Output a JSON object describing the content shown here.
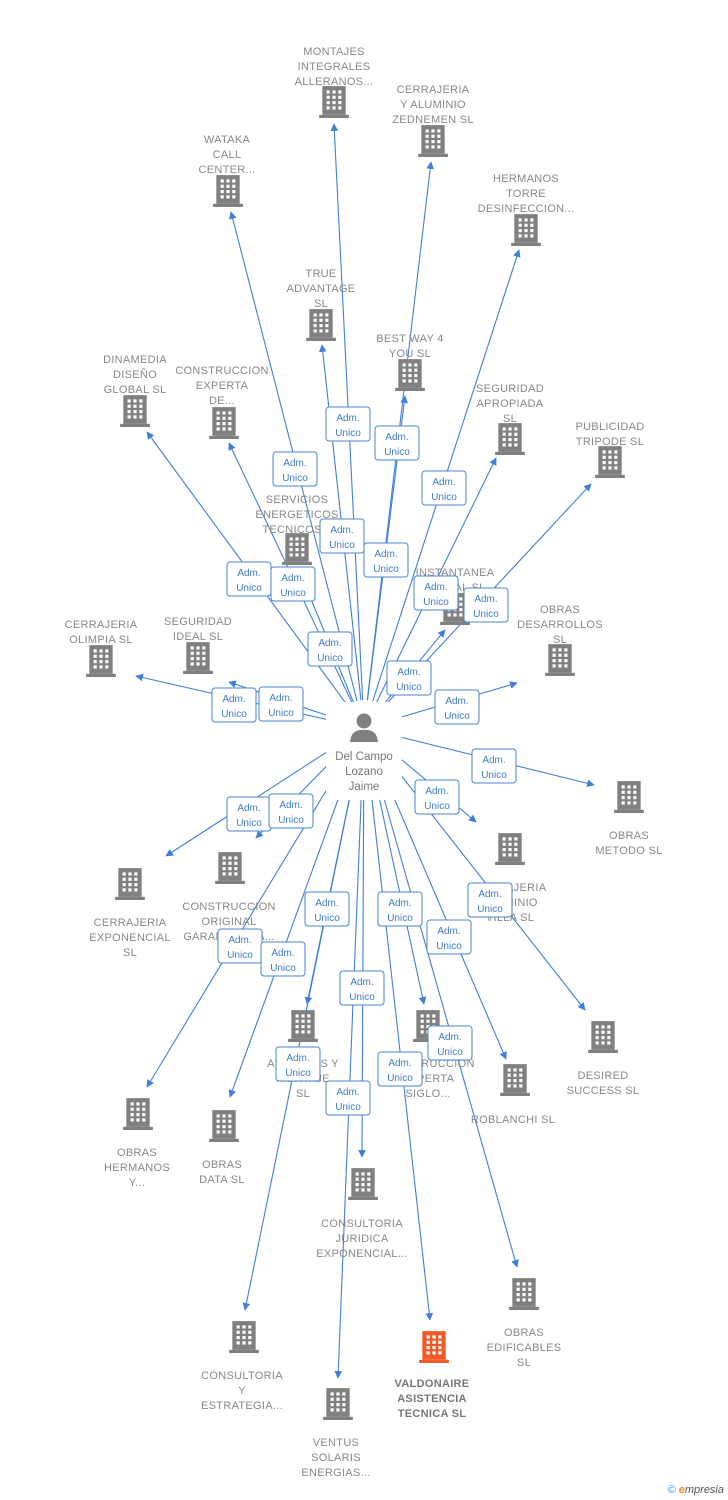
{
  "colors": {
    "edge": "#3f7fd8",
    "company": "#808080",
    "highlight": "#f05a28",
    "person": "#808080"
  },
  "center": {
    "label": [
      "Del Campo",
      "Lozano",
      "Jaime"
    ],
    "icon": "person-icon"
  },
  "badge": [
    "Adm.",
    "Unico"
  ],
  "companies": [
    {
      "label": [
        "MONTAJES",
        "INTEGRALES",
        "ALLERANOS..."
      ]
    },
    {
      "label": [
        "CERRAJERIA",
        "Y ALUMINIO",
        "ZEDNEMEN  SL"
      ]
    },
    {
      "label": [
        "WATAKA",
        "CALL",
        "CENTER..."
      ]
    },
    {
      "label": [
        "HERMANOS",
        "TORRE",
        "DESINFECCION..."
      ]
    },
    {
      "label": [
        "TRUE",
        "ADVANTAGE",
        "SL"
      ]
    },
    {
      "label": [
        "BEST WAY 4",
        "YOU  SL"
      ]
    },
    {
      "label": [
        "DINAMEDIA",
        "DISEÑO",
        "GLOBAL  SL"
      ]
    },
    {
      "label": [
        "CONSTRUCCION",
        "EXPERTA",
        "DE..."
      ]
    },
    {
      "label": [
        "SEGURIDAD",
        "APROPIADA",
        "SL"
      ]
    },
    {
      "label": [
        "PUBLICIDAD",
        "TRIPODE  SL"
      ]
    },
    {
      "label": [
        "SERVICIOS",
        "ENERGETICOS",
        "TECNICOS..."
      ]
    },
    {
      "label": [
        "INSTANTANEA",
        "DIGITAL  SL"
      ]
    },
    {
      "label": [
        "CERRAJERIA",
        "OLIMPIA  SL"
      ]
    },
    {
      "label": [
        "SEGURIDAD",
        "IDEAL  SL"
      ]
    },
    {
      "label": [
        "OBRAS",
        "DESARROLLOS",
        "SL"
      ]
    },
    {
      "label": [
        "OBRAS",
        "METODO  SL"
      ]
    },
    {
      "label": [
        "CERRAJERIA",
        "EXPONENCIAL",
        "SL"
      ]
    },
    {
      "label": [
        "CONSTRUCCION",
        "ORIGINAL",
        "GARANTIZADA..."
      ]
    },
    {
      "label": [
        "CERRAJERIA",
        "ALUMINIO",
        "VILLA  SL"
      ]
    },
    {
      "label": [
        "DESIRED",
        "SUCCESS  SL"
      ]
    },
    {
      "label": [
        "ANDAMIOS Y",
        "MONTAJE",
        "SL"
      ]
    },
    {
      "label": [
        "CONSTRUCCION",
        "EXPERTA",
        "SIGLO..."
      ]
    },
    {
      "label": [
        "ROBLANCHI SL"
      ]
    },
    {
      "label": [
        "OBRAS",
        "HERMANOS",
        "Y..."
      ]
    },
    {
      "label": [
        "OBRAS",
        "DATA  SL"
      ]
    },
    {
      "label": [
        "CONSULTORIA",
        "JURIDICA",
        "EXPONENCIAL..."
      ]
    },
    {
      "label": [
        "OBRAS",
        "EDIFICABLES",
        "SL"
      ]
    },
    {
      "label": [
        "CONSULTORIA",
        "Y",
        "ESTRATEGIA..."
      ]
    },
    {
      "label": [
        "VALDONAIRE",
        "ASISTENCIA",
        "TECNICA  SL"
      ],
      "highlight": true
    },
    {
      "label": [
        "VENTUS",
        "SOLARIS",
        "ENERGIAS..."
      ]
    }
  ],
  "footer": {
    "copyright": "©",
    "brand": "mpresia",
    "brand_initial": "e"
  }
}
